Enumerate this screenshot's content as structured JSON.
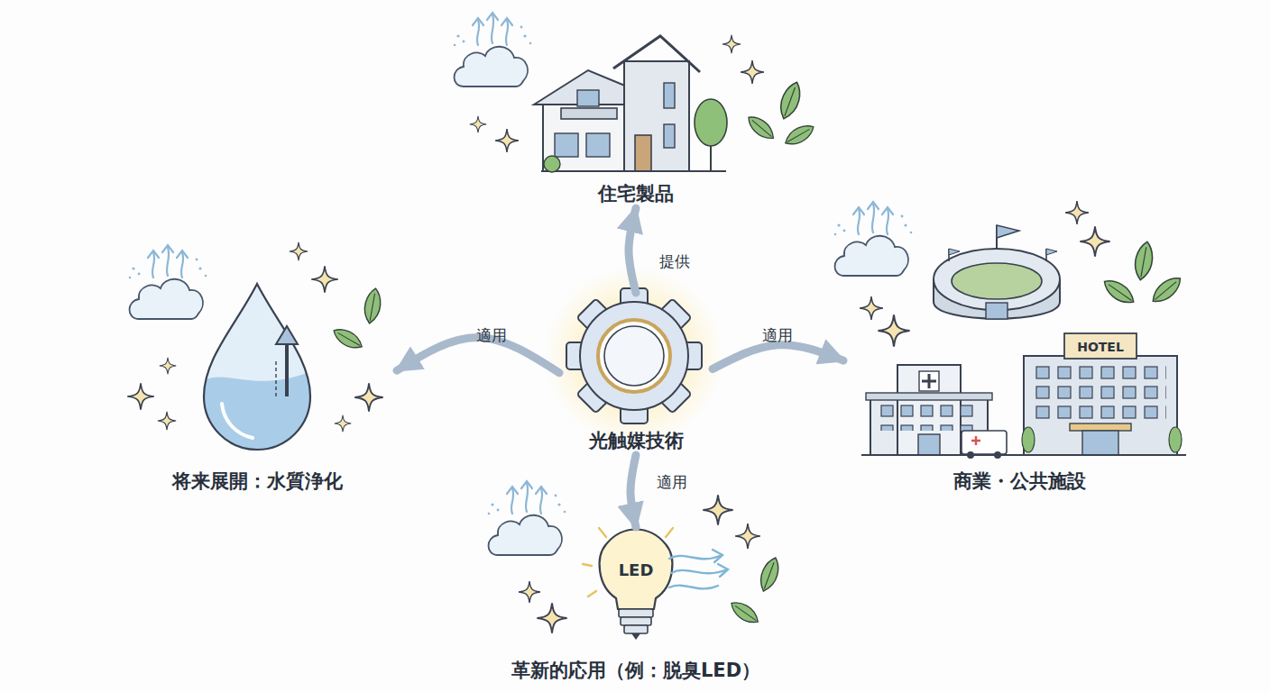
{
  "diagram": {
    "nodes": [
      {
        "text": [
          "住宅製品"
        ]
      },
      {
        "text": [
          "将来展開：水質浄化"
        ]
      },
      {
        "text": [
          "光触媒技術"
        ]
      },
      {
        "text": [
          "商業・公共施設"
        ]
      },
      {
        "text": [
          "革新的応用（例：脱臭LED）"
        ]
      }
    ],
    "edges": [
      {
        "from": 2,
        "to": 0,
        "label": "提供",
        "arrow": "to"
      },
      {
        "from": 2,
        "to": 3,
        "label": "適用",
        "arrow": "to"
      },
      {
        "from": 2,
        "to": 4,
        "label": "適用",
        "arrow": "to"
      },
      {
        "from": 2,
        "to": 1,
        "label": "適用",
        "arrow": "to"
      }
    ],
    "labels": [
      "HOTEL",
      "LED"
    ]
  }
}
